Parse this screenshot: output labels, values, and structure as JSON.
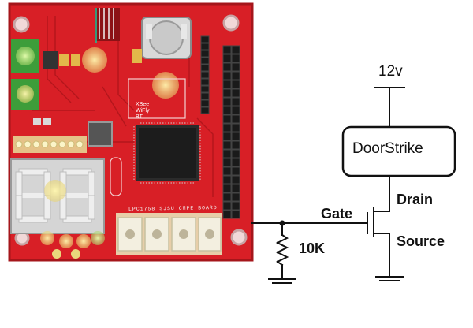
{
  "diagram": {
    "supply_label": "12v",
    "load_label": "DoorStrike",
    "drain_label": "Drain",
    "gate_label": "Gate",
    "source_label": "Source",
    "resistor_label": "10K"
  },
  "board": {
    "silkscreen": "LPC1758 SJSU CMPE BOARD",
    "module_text": [
      "XBee",
      "WiFly",
      "BT"
    ],
    "colors": {
      "pcb": "#d81f26",
      "pcb_dark": "#a5161b",
      "led_yellow": "#f2e27a",
      "led_green": "#b9e37a",
      "header": "#1a1a1a"
    }
  }
}
